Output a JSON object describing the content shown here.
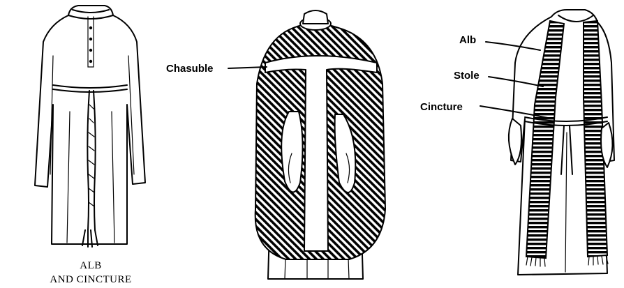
{
  "figures": [
    {
      "id": "alb-and-cincture",
      "caption_lines": [
        "ALB",
        "AND CINCTURE"
      ],
      "labels": []
    },
    {
      "id": "chasuble-vestment",
      "caption_lines": [],
      "labels": [
        "Chasuble"
      ]
    },
    {
      "id": "alb-stole-cincture",
      "caption_lines": [],
      "labels": [
        "Alb",
        "Stole",
        "Cincture"
      ]
    }
  ],
  "colors": {
    "ink": "#000000",
    "paper": "#ffffff"
  }
}
